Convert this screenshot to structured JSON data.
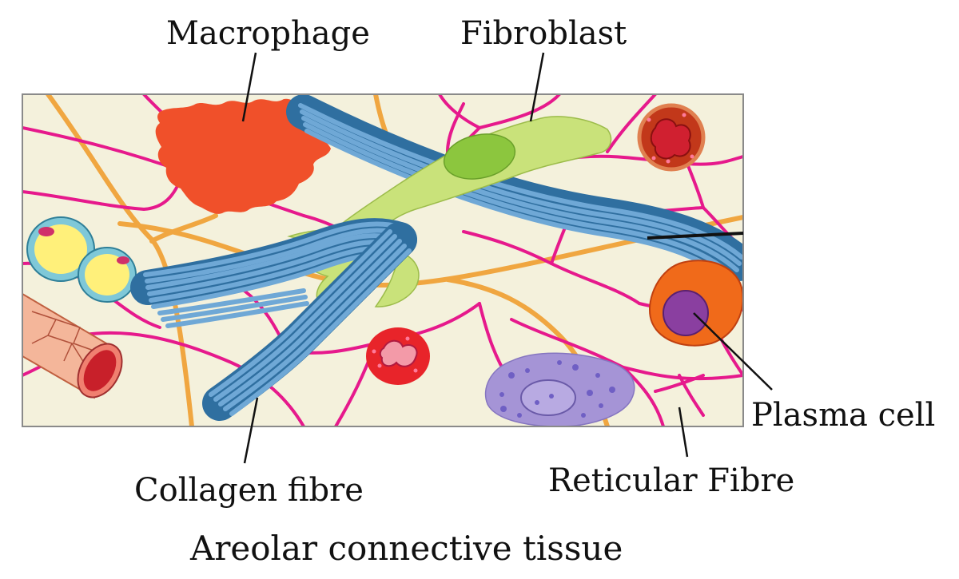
{
  "diagram": {
    "labels": {
      "macrophage": "Macrophage",
      "fibroblast": "Fibroblast",
      "plasma_cell": "Plasma cell",
      "reticular_fibre": "Reticular Fibre",
      "collagen_fibre": "Collagen fibre"
    },
    "caption": "Areolar connective tissue",
    "colors": {
      "matrix": "#f4f1dc",
      "border": "#8a8a8a",
      "reticular_fibre": "#e6198c",
      "elastic_fibre": "#f0a640",
      "collagen_fibre": "#6fa8d6",
      "collagen_edge": "#2f6fa0",
      "fibroblast": "#c9e27a",
      "fibroblast_nucleus": "#8cc63e",
      "macrophage": "#f0502a",
      "plasma_cell": "#f06a1a",
      "plasma_nucleus": "#8a3fa0",
      "mast_cell": "#a594d6",
      "fat_cell": "#fff07a",
      "blood_cell": "#e8242a",
      "vessel": "#f4b69a"
    }
  }
}
